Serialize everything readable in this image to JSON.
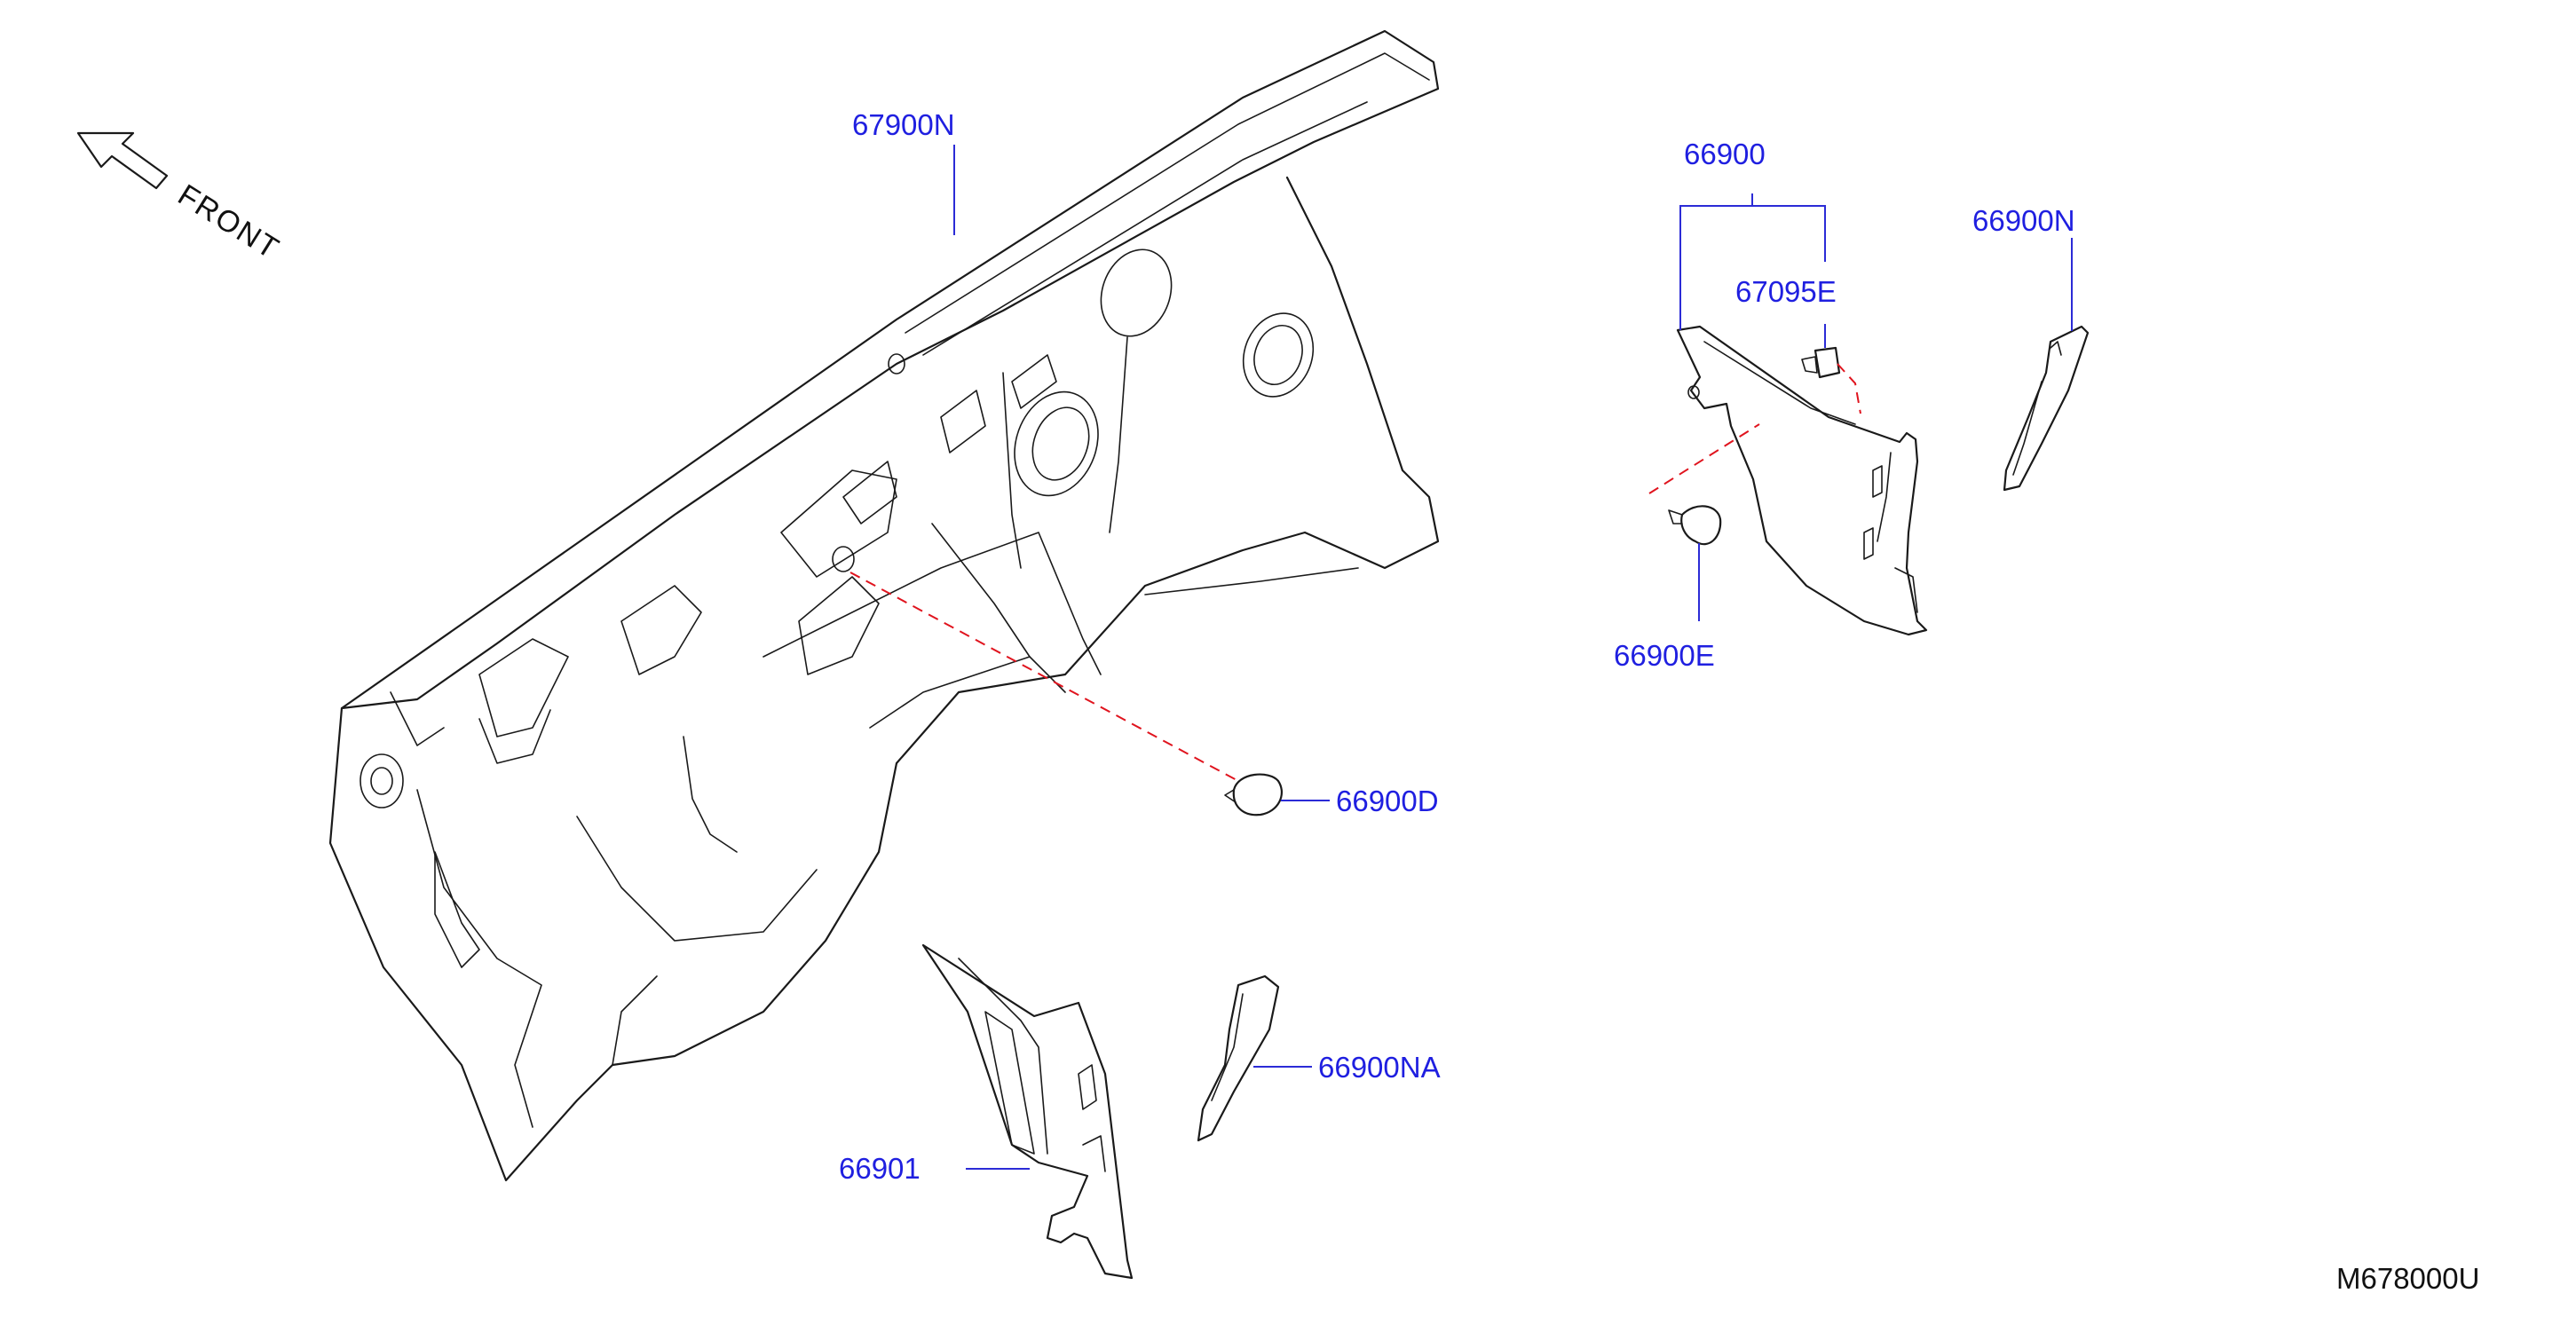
{
  "direction_label": "FRONT",
  "diagram_code": "M678000U",
  "callouts": {
    "p67900N": "67900N",
    "p66900D": "66900D",
    "p66901": "66901",
    "p66900NA": "66900NA",
    "p66900": "66900",
    "p67095E": "67095E",
    "p66900N": "66900N",
    "p66900E": "66900E"
  },
  "colors": {
    "callout_text": "#1f1fe0",
    "leader_line": "#2b2bd6",
    "dashed_guide": "#e0141e",
    "line_art": "#1a1a1a"
  }
}
